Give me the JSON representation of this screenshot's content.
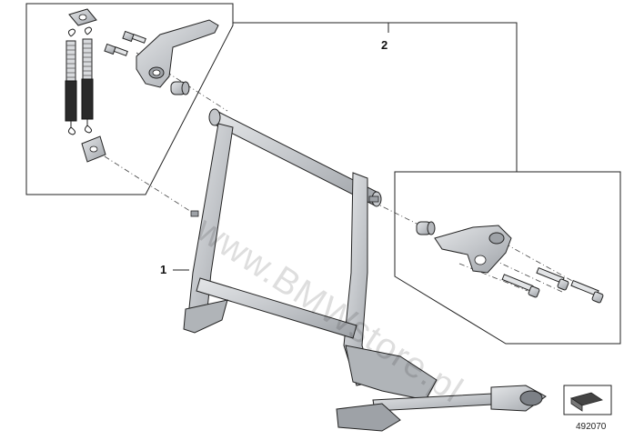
{
  "diagram": {
    "callouts": [
      {
        "label": "1",
        "part": "center stand frame"
      },
      {
        "label": "2",
        "part": "mounting kit"
      }
    ],
    "diagram_number": "492070",
    "watermark": "www.BMWstore.pl",
    "icons": [
      "direction-arrow-icon"
    ],
    "colors": {
      "line": "#222222",
      "metal": "#c9ccd0",
      "metal_dark": "#8d9196",
      "background": "#ffffff"
    }
  }
}
